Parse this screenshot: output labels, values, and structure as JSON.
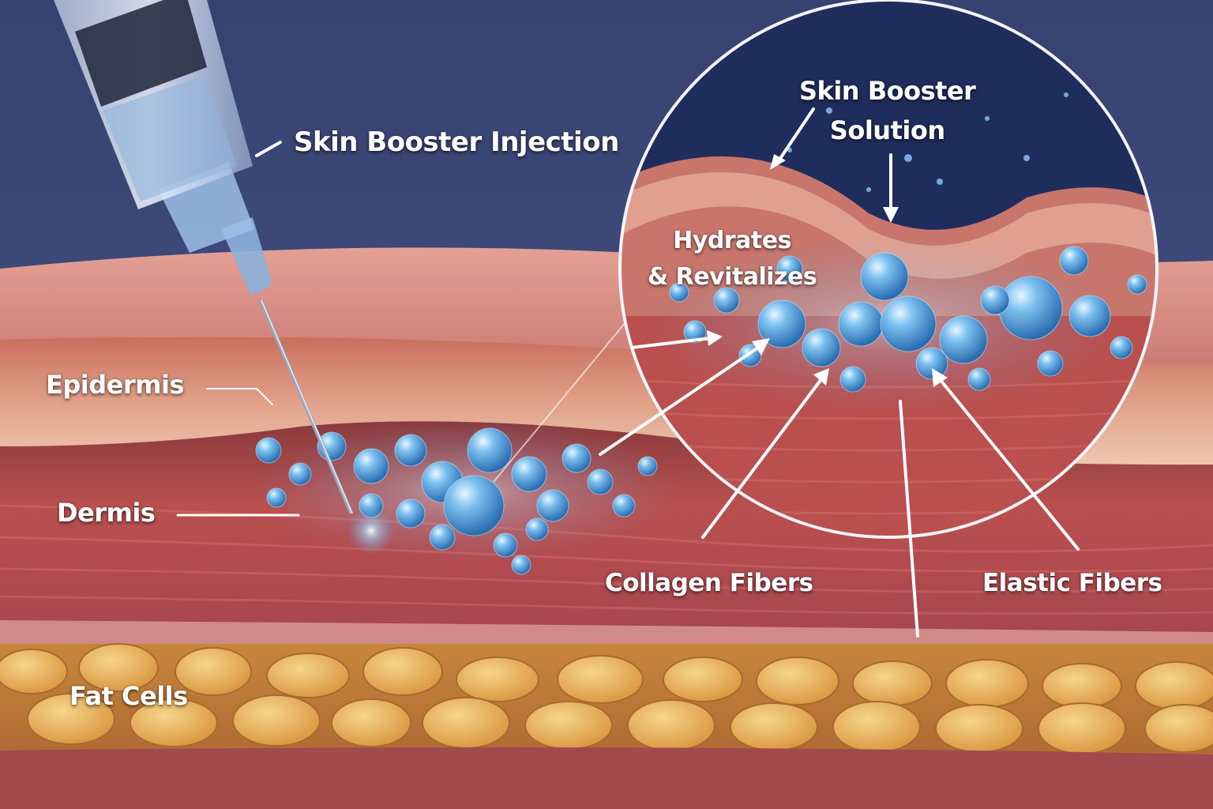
{
  "diagram": {
    "type": "medical-illustration",
    "subject": "Skin booster injection into skin layers",
    "labels": {
      "injection": "Skin Booster Injection",
      "solution_line1": "Skin Booster",
      "solution_line2": "Solution",
      "hydrates_line1": "Hydrates",
      "hydrates_line2": "& Revitalizes",
      "epidermis": "Epidermis",
      "dermis": "Dermis",
      "fat_cells": "Fat Cells",
      "collagen_fibers": "Collagen Fibers",
      "elastic_fibers": "Elastic Fibers"
    },
    "colors": {
      "background": "#3a4775",
      "skin_surface": "#d98a80",
      "epidermis": "#e2a88f",
      "dermis": "#b8504f",
      "fat": "#d9a04a",
      "bubbles": "#5aa8e6",
      "label_text": "#ffffff"
    }
  }
}
